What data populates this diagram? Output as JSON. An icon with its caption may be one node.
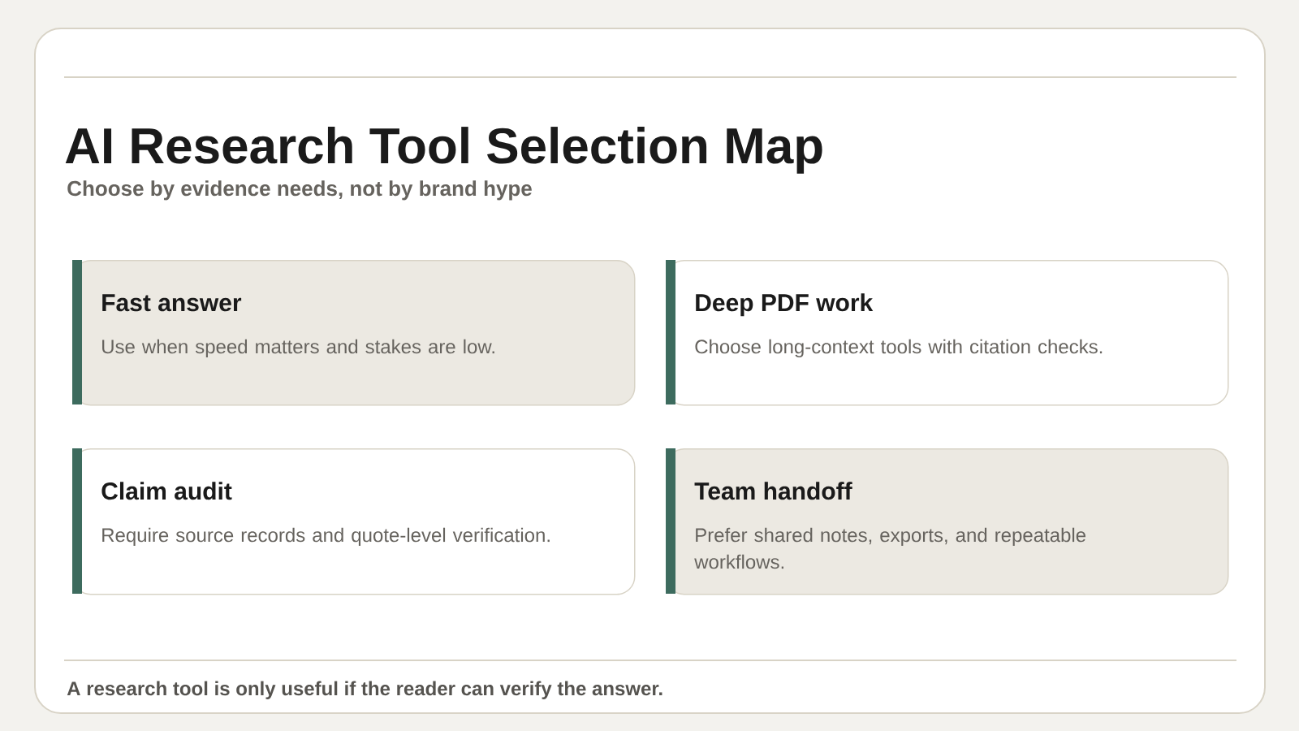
{
  "diagram": {
    "title": "AI Research Tool Selection Map",
    "nodes": [
      {
        "text": [
          "Fast answer",
          "Use when speed matters and stakes are low."
        ]
      },
      {
        "text": [
          "Deep PDF work",
          "Choose long-context tools with citation checks."
        ]
      },
      {
        "text": [
          "Claim audit",
          "Require source records and quote-level verification."
        ]
      },
      {
        "text": [
          "Team handoff",
          "Prefer shared notes, exports, and repeatable workflows."
        ]
      }
    ],
    "labels": [
      "Choose by evidence needs, not by brand hype",
      "A research tool is only useful if the reader can verify the answer."
    ]
  }
}
